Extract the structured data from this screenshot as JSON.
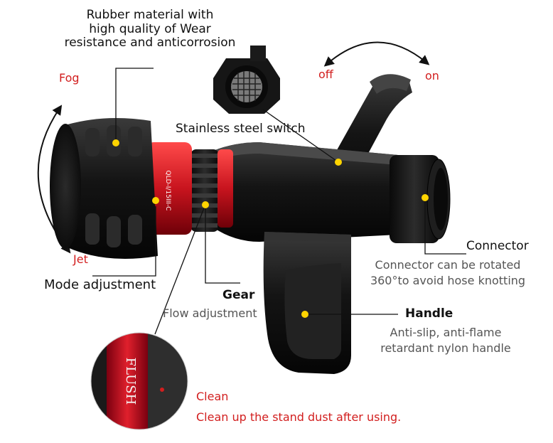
{
  "labels": {
    "rubber_line1": "Rubber material with",
    "rubber_line2": "high quality of Wear",
    "rubber_line3": "resistance and anticorrosion",
    "fog": "Fog",
    "jet": "Jet",
    "off": "off",
    "on": "on",
    "switch_title": "Stainless steel switch",
    "connector_title": "Connector",
    "connector_line1": "Connector can be rotated",
    "connector_line2": "360°to avoid hose knotting",
    "mode_title": "Mode adjustment",
    "gear_title": "Gear",
    "gear_sub": "Flow adjustment",
    "handle_title": "Handle",
    "handle_line1": "Anti-slip, anti-flame",
    "handle_line2": "retardant nylon handle",
    "clean_title": "Clean",
    "clean_sub": "Clean up the stand dust after using.",
    "flush_text": "FLUSH",
    "ring_text": "QLD-I/15III-C"
  },
  "colors": {
    "accent_red": "#d21e1e",
    "marker_yellow": "#ffd400",
    "body_black": "#1a1a1a",
    "ring_red": "#c8141e"
  }
}
